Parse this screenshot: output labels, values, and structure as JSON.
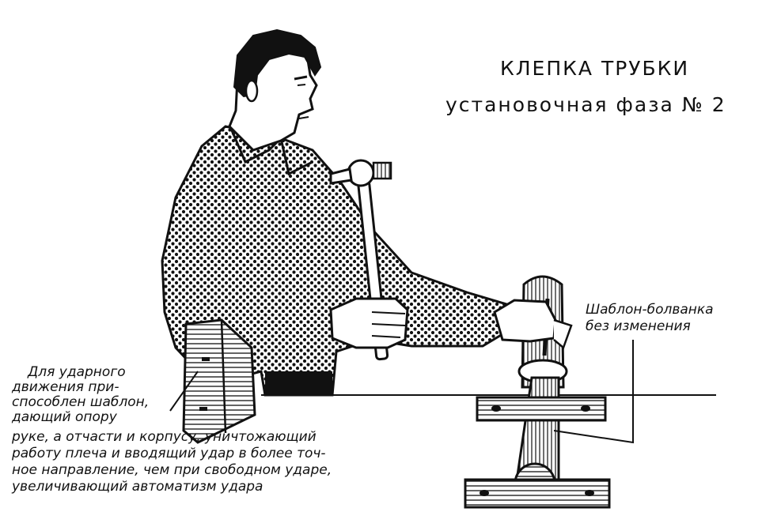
{
  "title": {
    "line1": "КЛЕПКА ТРУБКИ",
    "line2": "установочная фаза № 2"
  },
  "callout_template": {
    "line1": "Шаблон-болванка",
    "line2": "без изменения"
  },
  "caption": {
    "lines": [
      "Для ударного",
      "движения при-",
      "способлен шаблон,",
      "дающий опору",
      "руке, а отчасти и корпусу, уничтожающий",
      "работу плеча и вводящий удар в более точ-",
      "ное направление, чем при свободном ударе,",
      "увеличивающий автоматизм удара"
    ]
  },
  "colors": {
    "ink": "#111111",
    "paper": "#ffffff"
  }
}
